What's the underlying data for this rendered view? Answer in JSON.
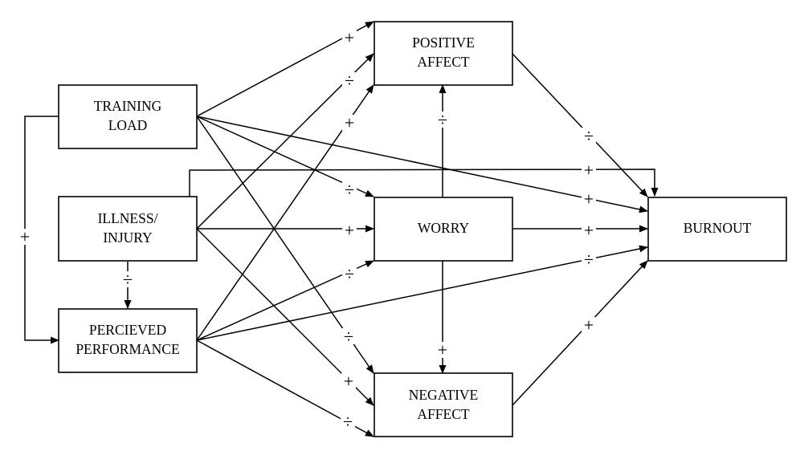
{
  "nodes": {
    "training_load": [
      "TRAINING",
      "LOAD"
    ],
    "illness_injury": [
      "ILLNESS/",
      "INJURY"
    ],
    "perceived_performance": [
      "PERCIEVED",
      "PERFORMANCE"
    ],
    "positive_affect": [
      "POSITIVE",
      "AFFECT"
    ],
    "worry": [
      "WORRY"
    ],
    "negative_affect": [
      "NEGATIVE",
      "AFFECT"
    ],
    "burnout": [
      "BURNOUT"
    ]
  },
  "edges": [
    {
      "id": "tl-pa",
      "from": "training_load",
      "to": "positive_affect",
      "sign": "+"
    },
    {
      "id": "tl-worry",
      "from": "training_load",
      "to": "worry",
      "sign": "÷"
    },
    {
      "id": "tl-na",
      "from": "training_load",
      "to": "negative_affect",
      "sign": "÷"
    },
    {
      "id": "tl-burnout",
      "from": "training_load",
      "to": "burnout",
      "sign": "+"
    },
    {
      "id": "tl-pp",
      "from": "training_load",
      "to": "perceived_performance",
      "sign": "+"
    },
    {
      "id": "ii-pa",
      "from": "illness_injury",
      "to": "positive_affect",
      "sign": "÷"
    },
    {
      "id": "ii-worry",
      "from": "illness_injury",
      "to": "worry",
      "sign": "+"
    },
    {
      "id": "ii-na",
      "from": "illness_injury",
      "to": "negative_affect",
      "sign": "+"
    },
    {
      "id": "ii-burnout",
      "from": "illness_injury",
      "to": "burnout",
      "sign": "+"
    },
    {
      "id": "ii-pp",
      "from": "illness_injury",
      "to": "perceived_performance",
      "sign": "÷"
    },
    {
      "id": "pp-pa",
      "from": "perceived_performance",
      "to": "positive_affect",
      "sign": "+"
    },
    {
      "id": "pp-worry",
      "from": "perceived_performance",
      "to": "worry",
      "sign": "÷"
    },
    {
      "id": "pp-na",
      "from": "perceived_performance",
      "to": "negative_affect",
      "sign": "÷"
    },
    {
      "id": "pp-burnout",
      "from": "perceived_performance",
      "to": "burnout",
      "sign": "÷"
    },
    {
      "id": "worry-pa",
      "from": "worry",
      "to": "positive_affect",
      "sign": "÷"
    },
    {
      "id": "worry-na",
      "from": "worry",
      "to": "negative_affect",
      "sign": "+"
    },
    {
      "id": "worry-burnout",
      "from": "worry",
      "to": "burnout",
      "sign": "+"
    },
    {
      "id": "pa-burnout",
      "from": "positive_affect",
      "to": "burnout",
      "sign": "÷"
    },
    {
      "id": "na-burnout",
      "from": "negative_affect",
      "to": "burnout",
      "sign": "+"
    }
  ]
}
